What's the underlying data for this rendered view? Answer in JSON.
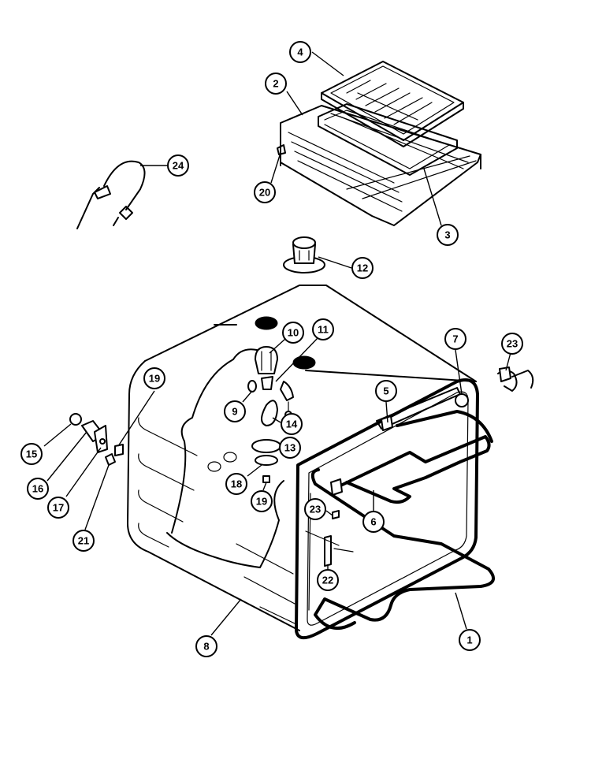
{
  "callouts": [
    {
      "id": "c1",
      "label": "1"
    },
    {
      "id": "c2",
      "label": "2"
    },
    {
      "id": "c3",
      "label": "3"
    },
    {
      "id": "c4",
      "label": "4"
    },
    {
      "id": "c5",
      "label": "5"
    },
    {
      "id": "c6",
      "label": "6"
    },
    {
      "id": "c7",
      "label": "7"
    },
    {
      "id": "c8",
      "label": "8"
    },
    {
      "id": "c9",
      "label": "9"
    },
    {
      "id": "c10",
      "label": "10"
    },
    {
      "id": "c11",
      "label": "11"
    },
    {
      "id": "c12",
      "label": "12"
    },
    {
      "id": "c13",
      "label": "13"
    },
    {
      "id": "c14",
      "label": "14"
    },
    {
      "id": "c15",
      "label": "15"
    },
    {
      "id": "c16",
      "label": "16"
    },
    {
      "id": "c17",
      "label": "17"
    },
    {
      "id": "c18",
      "label": "18"
    },
    {
      "id": "c19a",
      "label": "19"
    },
    {
      "id": "c19b",
      "label": "19"
    },
    {
      "id": "c20",
      "label": "20"
    },
    {
      "id": "c21",
      "label": "21"
    },
    {
      "id": "c22",
      "label": "22"
    },
    {
      "id": "c23a",
      "label": "23"
    },
    {
      "id": "c23b",
      "label": "23"
    },
    {
      "id": "c24",
      "label": "24"
    }
  ]
}
